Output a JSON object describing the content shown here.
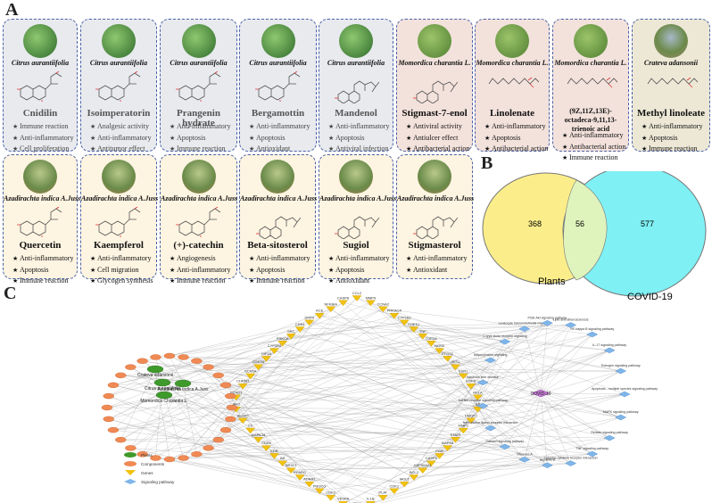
{
  "panels": {
    "a": "A",
    "b": "B",
    "c": "C"
  },
  "row1": [
    {
      "plant": "Citrus aurantiifolia",
      "name": "Cnidilin",
      "effects": [
        "Immune reaction",
        "Anti-inflammatory",
        "Cell proliferation"
      ]
    },
    {
      "plant": "Citrus aurantiifolia",
      "name": "Isoimperatorin",
      "effects": [
        "Analgesic activity",
        "Anti-inflammatory",
        "Antitumor effect"
      ]
    },
    {
      "plant": "Citrus aurantiifolia",
      "name": "Prangenin hydrate",
      "effects": [
        "Anti-inflammatory",
        "Apoptosis",
        "Immune reaction"
      ]
    },
    {
      "plant": "Citrus aurantiifolia",
      "name": "Bergamottin",
      "effects": [
        "Anti-inflammatory",
        "Apoptosis",
        "Antioxidant"
      ]
    },
    {
      "plant": "Citrus aurantiifolia",
      "name": "Mandenol",
      "effects": [
        "Anti-inflammatory",
        "Apoptosis",
        "Antiviral infection"
      ]
    },
    {
      "plant": "Momordica charantia L.",
      "name": "Stigmast-7-enol",
      "effects": [
        "Antiviral activity",
        "Antiulcer effect",
        "Antibacterial action"
      ]
    },
    {
      "plant": "Momordica charantia L.",
      "name": "Linolenate",
      "effects": [
        "Anti-inflammatory",
        "Apoptosis",
        "Antibacterial action"
      ]
    },
    {
      "plant": "Momordica charantia L.",
      "name": "(9Z,11Z,13E)-octadeca-9,11,13-trienoic acid",
      "effects": [
        "Anti-inflammatory",
        "Antibacterial action",
        "Immune reaction"
      ]
    },
    {
      "plant": "Cratevа adansonii",
      "name": "Methyl linoleate",
      "effects": [
        "Anti-inflammatory",
        "Apoptosis",
        "Immune reaction"
      ]
    }
  ],
  "row2": [
    {
      "plant": "Azadirachta indica A.Juss",
      "name": "Quercetin",
      "effects": [
        "Anti-inflammatory",
        "Apoptosis",
        "Immune reaction"
      ]
    },
    {
      "plant": "Azadirachta indica A.Juss",
      "name": "Kaempferol",
      "effects": [
        "Anti-inflammatory",
        "Cell migration",
        "Glycogen synthesis"
      ]
    },
    {
      "plant": "Azadirachta indica A.Juss",
      "name": "(+)-catechin",
      "effects": [
        "Angiogenesis",
        "Anti-inflammatory",
        "Immune reaction"
      ]
    },
    {
      "plant": "Azadirachta indica A.Juss",
      "name": "Beta-sitosterol",
      "effects": [
        "Anti-inflammatory",
        "Apoptosis",
        "Immune reaction"
      ]
    },
    {
      "plant": "Azadirachta indica A.Juss",
      "name": "Sugiol",
      "effects": [
        "Anti-inflammatory",
        "Apoptosis",
        "Antioxidant"
      ]
    },
    {
      "plant": "Azadirachta indica A.Juss",
      "name": "Stigmasterol",
      "effects": [
        "Anti-inflammatory",
        "Antioxidant"
      ]
    }
  ],
  "venn": {
    "left_label": "Plants",
    "right_label": "COVID-19",
    "left_only": "368",
    "overlap": "56",
    "right_only": "577",
    "left_color": "#fbee8a",
    "right_color": "#7ff0f4",
    "overlap_color": "#dff3bc"
  },
  "network": {
    "plants": [
      "Citrus aurantiifolia",
      "Azadirachta indica A.Juss",
      "Momordica Charantia L.",
      "Cratevа adansonii"
    ],
    "hub": "COVID-19",
    "genes": [
      "CCL2",
      "MMP9",
      "CCNA2",
      "PRKACA",
      "CYP1B1",
      "CHEK1",
      "TNF",
      "TOP2A",
      "NOS2",
      "PTGS2",
      "AKT1",
      "ESR1",
      "EGFR",
      "RELA",
      "IL6",
      "HMOX1",
      "MMP2",
      "STAT3",
      "MAPK8",
      "PGR",
      "CASP3",
      "HSP90AA1",
      "BCL2",
      "MCL1",
      "CDK1",
      "PLAT",
      "IL1B",
      "TP53",
      "VEGFA",
      "CDK2",
      "PIK3CG",
      "ADRB2",
      "PPARG",
      "NR3C1",
      "AR",
      "KDR",
      "CDK6",
      "MAPK14",
      "F2",
      "ALOX5",
      "JAK2",
      "CCND1",
      "CHRM1",
      "SCN5A",
      "GSK3B",
      "HIF1A",
      "CYP3A4",
      "PRKCA",
      "SRC",
      "CDK4",
      "DPP4",
      "ACE",
      "NFKBIA",
      "CASP8"
    ],
    "pathways": [
      "Apoptosis - multiple species signaling pathway",
      "MAPK signaling pathway",
      "Relaxin signaling pathway",
      "TNF signaling pathway",
      "Cytokine-cytokine receptor interaction",
      "Hepatitis B",
      "Influenza A",
      "Calcium signaling pathway",
      "Neuroactive ligand-receptor interaction",
      "Toll-like receptor signaling pathway",
      "Alcoholic liver disease",
      "Adipocytokine signaling",
      "C-type lectin receptor signaling",
      "Leukocyte transendothelial migration",
      "PI3K-Akt signaling pathway",
      "Lipid and atherosclerosis",
      "NF-kappa B signaling pathway",
      "IL-17 signaling pathway",
      "Estrogen signaling pathway"
    ],
    "legend": [
      "Plants",
      "Components",
      "Genes",
      "Signaling pathway"
    ]
  }
}
